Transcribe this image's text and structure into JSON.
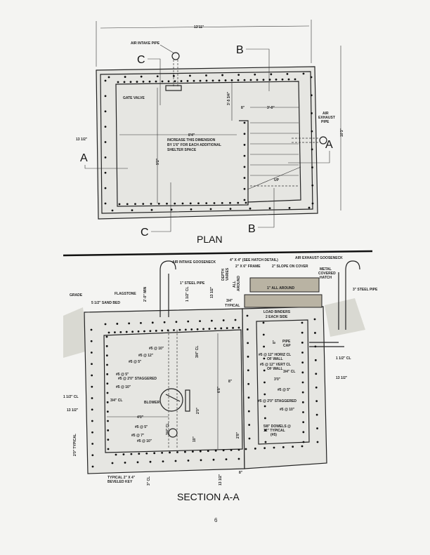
{
  "plan": {
    "title": "PLAN",
    "overall_width": "13'11\"",
    "air_intake_pipe": "AIR INTAKE PIPE",
    "gate_valve": "GATE VALVE",
    "section_c": "C",
    "section_b": "B",
    "section_a": "A",
    "dim_stair_depth": "3'-5 3/4\"",
    "dim_8": "8\"",
    "dim_3_0": "3'-0\"",
    "air_exhaust_pipe": [
      "AIR",
      "EXHAUST",
      "PIPE"
    ],
    "dim_wall": "13 1/2\"",
    "dim_room_width": "8'4\"",
    "increase_note": [
      "INCREASE THIS DIMENSION",
      "BY 1'6\" FOR EACH ADDITIONAL",
      "SHELTER SPACE"
    ],
    "dim_room_depth": "9'2\"",
    "dim_overall_depth": "10'3\"",
    "stair_mark": "UP"
  },
  "section": {
    "title": "SECTION A-A",
    "top_labels": {
      "air_intake_gooseneck": "AIR INTAKE GOOSENECK",
      "hatch_detail": "4\" X 4\" (SEE HATCH DETAIL)",
      "frame": "2\" X 6\" FRAME",
      "slope": "2\" SLOPE ON COVER",
      "air_exhaust_gooseneck": "AIR EXHAUST GOOSENECK",
      "metal_hatch": [
        "METAL",
        "COVERED",
        "HATCH"
      ],
      "steel_pipe_1": "1\" STEEL PIPE",
      "steel_pipe_3": "3\" STEEL PIPE",
      "grade": "GRADE",
      "flagstone": "FLAGSTONE",
      "sand_bed": "5 1/2\" SAND BED",
      "min": "2'-0\" MIN",
      "cl_1_5": "1 1/2\" CL",
      "dim_13_5": "13 1/2\"",
      "depth_varies": [
        "DEPTH",
        "VARIES"
      ],
      "all_around": [
        "ALL",
        "AROUND"
      ],
      "typical": [
        "3/4\"",
        "TYPICAL"
      ],
      "one_all_around": "1\" ALL AROUND",
      "load_binders": [
        "LOAD BINDERS",
        "2 EACH SIDE"
      ],
      "pipe_cap": [
        "PIPE",
        "CAP"
      ],
      "dim_8_top": "8\""
    },
    "left_labels": {
      "r1": "#5 @ 10\"",
      "r2": "#5 @ 12\"",
      "r3": "#5 @ 5\"",
      "r4": "#5 @ 5\"",
      "r5": "#5 @ 2'0\" STAGGERED",
      "r6": "#5 @ 10\"",
      "cl_outer": "1 1/2\" CL",
      "cl_inner": "3/4\" CL",
      "wall": "13 1/2\"",
      "blower": "BLOWER",
      "dim_4_0": "4'0\"",
      "dim_2_0": "2'0\"",
      "dim_6_8": "6'8\"",
      "cl_floor": "3/4\" CL",
      "cl_roof": "3/4\" CL",
      "dim_10": "10\"",
      "f1": "#5 @ 5\"",
      "f2": "#5 @ 7\"",
      "f3": "#5 @ 10\"",
      "typical_2_0": "2'0\" TYPICAL",
      "key": [
        "TYPICAL 2\" X 4\"",
        "BEVELED KEY"
      ],
      "cl_3": "3\" CL",
      "slab": "13 1/2\"",
      "dim_8_bottom": "8\"",
      "dim_2_8": "2'8\""
    },
    "right_labels": {
      "horiz": [
        "#5 @ 12\" HORIZ CL",
        "OF WALL"
      ],
      "vert": [
        "#5 @ 12\" VERT CL",
        "OF WALL"
      ],
      "cl_34": "3/4\" CL",
      "cl_112": "1 1/2\" CL",
      "wall": "13 1/2\"",
      "dim_8": "8\"",
      "dim_3_0": "3'0\"",
      "r1": "#5 @ 5\"",
      "r2": "#5 @ 2'0\" STAGGERED",
      "r3": "#5 @ 10\"",
      "dowels": [
        "5/8\" DOWELS @",
        "12\" TYPICAL",
        "(#5)"
      ]
    }
  },
  "page_number": "6"
}
